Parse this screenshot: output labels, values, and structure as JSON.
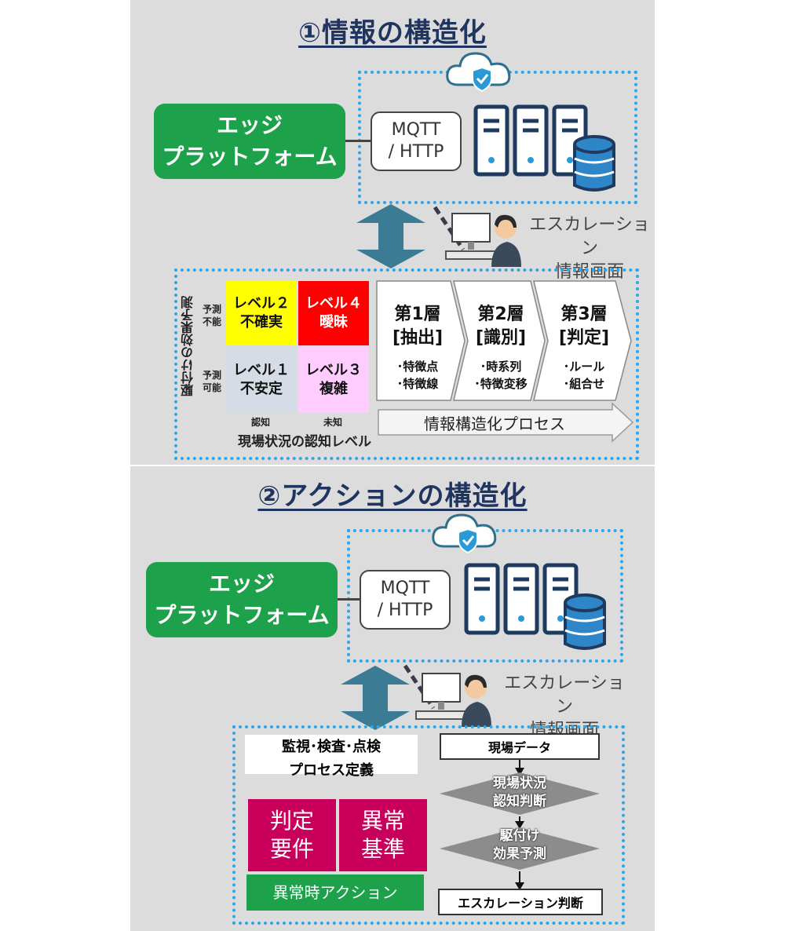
{
  "section1": {
    "title": "①情報の構造化",
    "edge_line1": "エッジ",
    "edge_line2": "プラットフォーム",
    "mqtt_line1": "MQTT",
    "mqtt_line2": "/ HTTP",
    "escalation_line1": "エスカレーション",
    "escalation_line2": "情報画面",
    "matrix": {
      "y_axis_label": "駆付けの効果予測",
      "row_top_label_1": "予測",
      "row_top_label_2": "不能",
      "row_bottom_label_1": "予測",
      "row_bottom_label_2": "可能",
      "col_left_label": "認知",
      "col_right_label": "未知",
      "x_axis_label": "現場状況の認知レベル",
      "cells": [
        {
          "line1": "レベル２",
          "line2": "不確実",
          "bg": "#ffff00",
          "fg": "#111111"
        },
        {
          "line1": "レベル４",
          "line2": "曖昧",
          "bg": "#ff0000",
          "fg": "#ffffff"
        },
        {
          "line1": "レベル１",
          "line2": "不安定",
          "bg": "#d6dce5",
          "fg": "#111111"
        },
        {
          "line1": "レベル３",
          "line2": "複雑",
          "bg": "#ffccff",
          "fg": "#111111"
        }
      ]
    },
    "layers": [
      {
        "title1": "第1層",
        "title2": "[抽出]",
        "item1": "･特徴点",
        "item2": "･特徴線"
      },
      {
        "title1": "第2層",
        "title2": "[識別]",
        "item1": "･時系列",
        "item2": "･特徴変移"
      },
      {
        "title1": "第3層",
        "title2": "[判定]",
        "item1": "･ルール",
        "item2": "･組合せ"
      }
    ],
    "process_label": "情報構造化プロセス"
  },
  "section2": {
    "title": "②アクションの構造化",
    "edge_line1": "エッジ",
    "edge_line2": "プラットフォーム",
    "mqtt_line1": "MQTT",
    "mqtt_line2": "/ HTTP",
    "escalation_line1": "エスカレーション",
    "escalation_line2": "情報画面",
    "definition_line1": "監視･検査･点検",
    "definition_line2": "プロセス定義",
    "box_judgement_1": "判定",
    "box_judgement_2": "要件",
    "box_anomaly_1": "異常",
    "box_anomaly_2": "基準",
    "anomaly_action": "異常時アクション",
    "flow": {
      "site_data": "現場データ",
      "step1_line1": "現場状況",
      "step1_line2": "認知判断",
      "step2_line1": "駆付け",
      "step2_line2": "効果予測",
      "final": "エスカレーション判断"
    }
  },
  "colors": {
    "panel_bg": "#dcdcdc",
    "edge_green": "#1ea14b",
    "dotted_blue": "#2fa7e6",
    "arrow_teal": "#3b7b94",
    "title_navy": "#1f3560",
    "magenta": "#c8005c",
    "server_navy": "#1f3a5f",
    "db_blue": "#2e86c8"
  }
}
